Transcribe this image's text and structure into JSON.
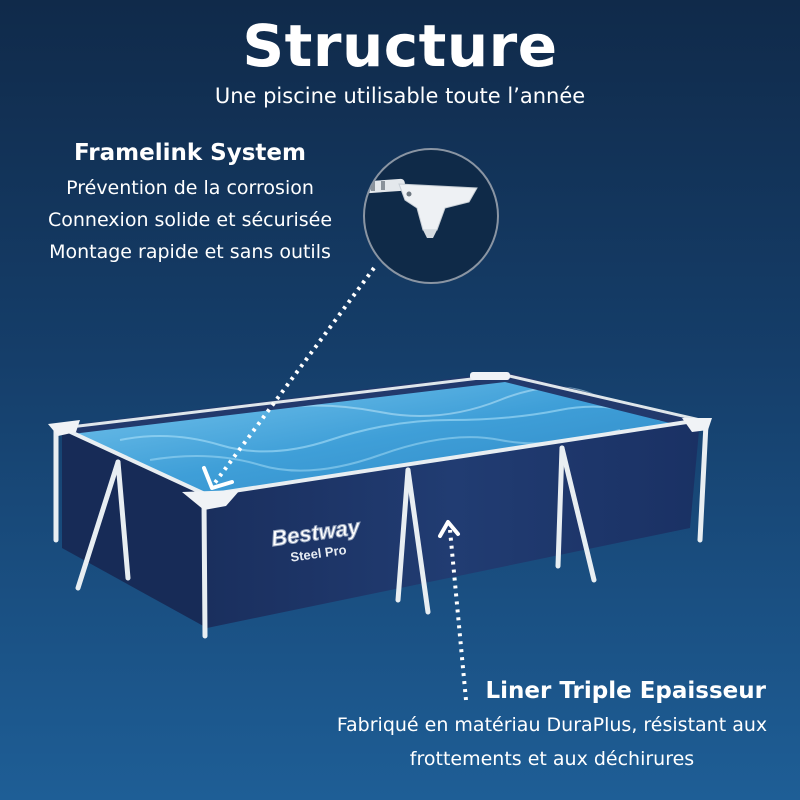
{
  "title": "Structure",
  "subtitle": "Une piscine utilisable toute l’année",
  "framelink": {
    "heading": "Framelink System",
    "features": [
      "Prévention de la corrosion",
      "Connexion solide et sécurisée",
      "Montage rapide et sans outils"
    ]
  },
  "liner": {
    "heading": "Liner Triple Epaisseur",
    "description": "Fabriqué en matériau DuraPlus, résistant aux frottements et aux déchirures"
  },
  "pool_brand": {
    "logo": "Bestway",
    "model": "Steel Pro"
  },
  "colors": {
    "background_top": "#102a4a",
    "background_bottom": "#1e5e96",
    "liner": "#1c3467",
    "water": "#4aa3dc",
    "frame": "#e8eef2"
  }
}
